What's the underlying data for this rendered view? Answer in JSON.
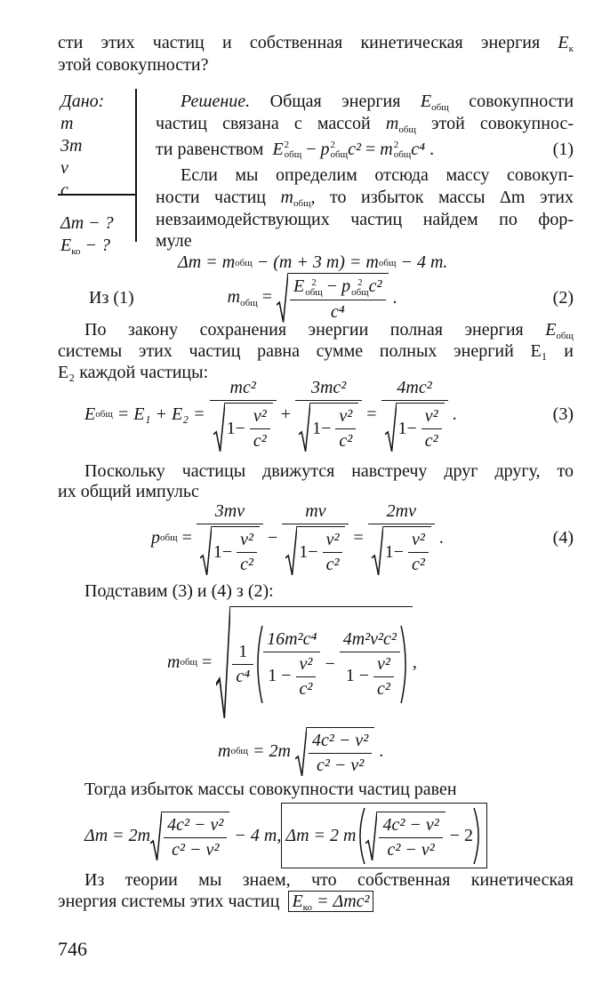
{
  "sym": {
    "E": "E",
    "p": "p",
    "m": "m",
    "c": "c",
    "v": "v",
    "ob": "общ",
    "ko": "ко",
    "k": "к",
    "sq2": "2",
    "sq4": "4",
    "eq": "=",
    "minus": "−",
    "plus": "+",
    "dot": ".",
    "comma": ",",
    "one": "1",
    "c2": "c²",
    "c4": "c⁴",
    "v2": "v²",
    "lp": "(",
    "rp": ")"
  },
  "intro": {
    "line1": "сти этих частиц и собственная кинетическая энергия",
    "line2": "этой совокупности?"
  },
  "given": {
    "title": "Дано:",
    "items": [
      "m",
      "3m",
      "v",
      "c"
    ],
    "find1": "Δm − ?",
    "find2_rest": "− ?"
  },
  "solution": {
    "label": "Решение.",
    "l1_a": "Общая энергия",
    "l1_b": "совокупности",
    "l2_a": "частиц связана с массой",
    "l2_b": "этой совокупнос-",
    "l3_a": "ти равенством",
    "eq1_num": "(1)",
    "p2_l1": "Если мы определим отсюда массу совокуп-",
    "p2_l2_a": "ности частиц",
    "p2_l2_b": ", то избыток массы Δm этих",
    "p2_l3": "невзаимодействующих частиц найдем по фор-",
    "p2_l4": "муле",
    "eq_dm_a": "Δm =",
    "eq_dm_b": "− (m + 3 m) =",
    "eq_dm_c": "− 4 m.",
    "from1": "Из (1)",
    "eq2_num": "(2)",
    "p3_l1": "По закону сохранения энергии полная энергия",
    "p3_l2": "системы этих частиц равна сумме полных энергий E₁ и",
    "p3_l3": "E₂ каждой частицы:",
    "eq3_a": "= E₁ + E₂ =",
    "n_mc2": "mc²",
    "n_3mc2": "3mc²",
    "n_4mc2": "4mc²",
    "eq3_num": "(3)",
    "p4_l1": "Поскольку частицы движутся навстречу друг другу, то",
    "p4_l2": "их общий импульс",
    "n_3mv": "3mv",
    "n_mv": "mv",
    "n_2mv": "2mv",
    "eq4_num": "(4)",
    "p5": "Подставим (3) и (4) з (2):",
    "n_16": "16m²c⁴",
    "n_4m2v2c2": "4m²v²c²",
    "eq6_2m": "= 2m",
    "n_4c2v2": "4c² − v²",
    "d_c2v2": "c² − v²",
    "p6": "Тогда избыток массы совокупности частиц равен",
    "eq7_a": "Δm = 2m",
    "eq7_b": "− 4 m,",
    "eq7_c": "Δm = 2 m",
    "eq7_d": "− 2",
    "p7_l1": "Из теории мы знаем, что собственная кинетическая",
    "p7_l2": "энергия системы этих частиц",
    "eq8": "= Δmc²"
  },
  "page_number": "746"
}
